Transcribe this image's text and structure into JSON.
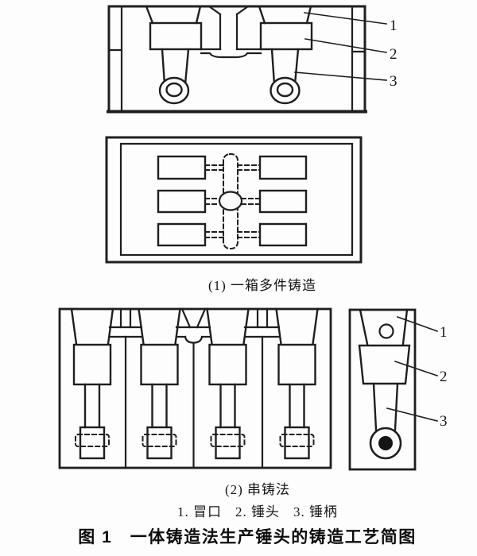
{
  "colors": {
    "background": "#fdfdfd",
    "line": "#1f1f1f",
    "text": "#151515"
  },
  "figure": {
    "part1": {
      "caption": "(1) 一箱多件铸造",
      "labels": [
        "1",
        "2",
        "3"
      ]
    },
    "part2": {
      "caption": "(2) 串铸法",
      "labels": [
        "1",
        "2",
        "3"
      ]
    },
    "legend": {
      "items": [
        "1. 冒口",
        "2. 锤头",
        "3. 锤柄"
      ]
    },
    "title": "图 1　一体铸造法生产锤头的铸造工艺简图"
  }
}
